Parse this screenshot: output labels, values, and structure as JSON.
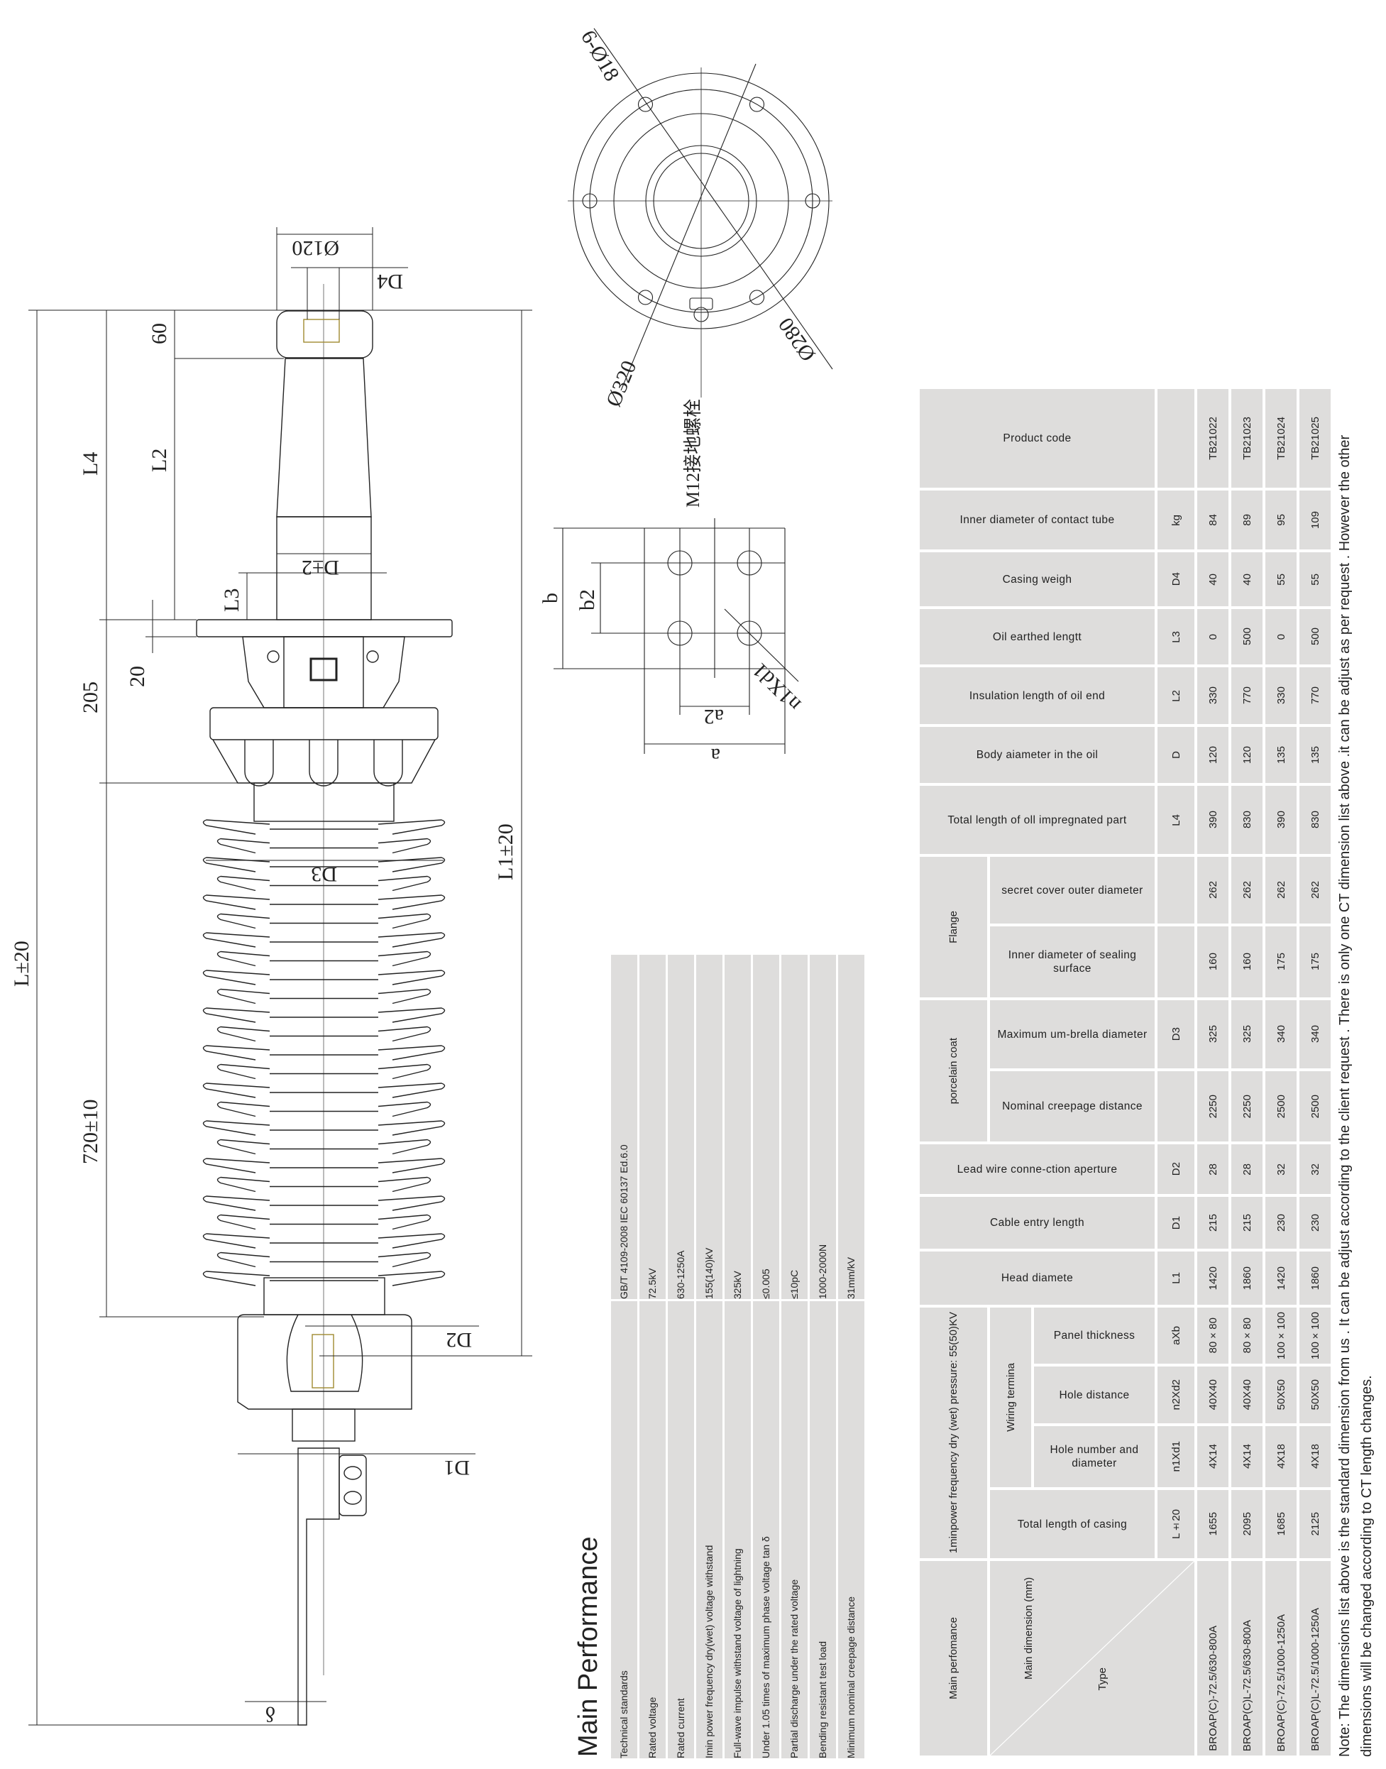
{
  "drawing": {
    "dims": {
      "d4_dia": "Ø120",
      "d4": "D4",
      "l60": "60",
      "l4": "L4",
      "l2": "L2",
      "d_pm2": "D±2",
      "l3": "L3",
      "l20": "20",
      "l205": "205",
      "l_total": "L±20",
      "l720": "720±10",
      "d3": "D3",
      "l1": "L1±20",
      "d2": "D2",
      "d1": "D1",
      "delta": "δ"
    },
    "flange_view": {
      "holes": "6-Ø18",
      "outer": "Ø320",
      "bolt_circle": "Ø280",
      "ground_bolt": "M12接地螺栓"
    },
    "terminal_view": {
      "b": "b",
      "b2": "b2",
      "a2": "a2",
      "a": "a",
      "holes": "n1Xd1"
    }
  },
  "main_performance": {
    "title": "Main Performance",
    "rows": [
      {
        "label": "Technical standards",
        "value": "GB/T 4109-2008 IEC 60137 Ed.6.0"
      },
      {
        "label": "Rated voltage",
        "value": "72.5kV"
      },
      {
        "label": "Rated current",
        "value": "630-1250A"
      },
      {
        "label": "Imin power frequency dry(wet) voltage withstand",
        "value": "155(140)kV"
      },
      {
        "label": "Full-wave impulse withstand voltage of lightning",
        "value": "325kV"
      },
      {
        "label": "Under 1.05 times of maximum phase voltage tan δ",
        "value": "≤0.005"
      },
      {
        "label": "Partial discharge under the rated voltage",
        "value": "≤10pC"
      },
      {
        "label": "Bending resistant test load",
        "value": "1000-2000N"
      },
      {
        "label": "Minimum nominal creepage distance",
        "value": "31mm/kV"
      }
    ]
  },
  "spec_table": {
    "rows": [
      {
        "label": "Product code",
        "symbol": "",
        "values": [
          "TB21022",
          "TB21023",
          "TB21024",
          "TB21025"
        ]
      },
      {
        "label": "Inner diameter of contact tube",
        "symbol": "kg",
        "values": [
          "84",
          "89",
          "95",
          "109"
        ]
      },
      {
        "label": "Casing weigh",
        "symbol": "D4",
        "values": [
          "40",
          "40",
          "55",
          "55"
        ]
      },
      {
        "label": "Oil earthed lengtt",
        "symbol": "L3",
        "values": [
          "0",
          "500",
          "0",
          "500"
        ]
      },
      {
        "label": "Insulation length of oil end",
        "symbol": "L2",
        "values": [
          "330",
          "770",
          "330",
          "770"
        ]
      },
      {
        "label": "Body aiameter in the oil",
        "symbol": "D",
        "values": [
          "120",
          "120",
          "135",
          "135"
        ]
      },
      {
        "label": "Total length of oll impregnated part",
        "symbol": "L4",
        "values": [
          "390",
          "830",
          "390",
          "830"
        ]
      },
      {
        "label": "secret cover outer diameter",
        "symbol": "",
        "values": [
          "262",
          "262",
          "262",
          "262"
        ]
      },
      {
        "label": "Inner diameter of sealing surface",
        "symbol": "",
        "values": [
          "160",
          "160",
          "175",
          "175"
        ]
      },
      {
        "label": "Maximum um-brella diameter",
        "symbol": "D3",
        "values": [
          "325",
          "325",
          "340",
          "340"
        ]
      },
      {
        "label": "Nominal creepage distance",
        "symbol": "",
        "values": [
          "2250",
          "2250",
          "2500",
          "2500"
        ]
      },
      {
        "label": "Lead wire conne-ction aperture",
        "symbol": "D2",
        "values": [
          "28",
          "28",
          "32",
          "32"
        ]
      },
      {
        "label": "Cable entry length",
        "symbol": "D1",
        "values": [
          "215",
          "215",
          "230",
          "230"
        ]
      },
      {
        "label": "Head diamete",
        "symbol": "L1",
        "values": [
          "1420",
          "1860",
          "1420",
          "1860"
        ]
      },
      {
        "label": "Panel thickness",
        "symbol": "aXb",
        "values": [
          "80×80",
          "80×80",
          "100×100",
          "100×100"
        ]
      },
      {
        "label": "Hole distance",
        "symbol": "n2Xd2",
        "values": [
          "40X40",
          "40X40",
          "50X50",
          "50X50"
        ]
      },
      {
        "label": "Hole number and diameter",
        "symbol": "n1Xd1",
        "values": [
          "4X14",
          "4X14",
          "4X18",
          "4X18"
        ]
      },
      {
        "label": "Total length of casing",
        "symbol": "L±20",
        "values": [
          "1655",
          "2095",
          "1685",
          "2125"
        ]
      }
    ],
    "groups": {
      "flange": "Flange",
      "porcelain": "porcelain coat",
      "power": "1minpower frequency dry (wet) pressure: 55(50)KV",
      "wiring": "Wiring termina"
    },
    "type_header": {
      "main": "Main perfomance",
      "dimension": "Main dimension (mm)",
      "type": "Type"
    },
    "types": [
      "BROAP(C)-72.5/630-800A",
      "BROAP(C)L-72.5/630-800A",
      "BROAP(C)-72.5/1000-1250A",
      "BROAP(C)L-72.5/1000-1250A"
    ]
  },
  "note": "Note:  The dimensions list above is the standard dimension from us . It can be adjust according to the client request . There is only one CT dimension  list above .it can be adjust as per request . However the other dimensions will be changed  according to CT length changes."
}
